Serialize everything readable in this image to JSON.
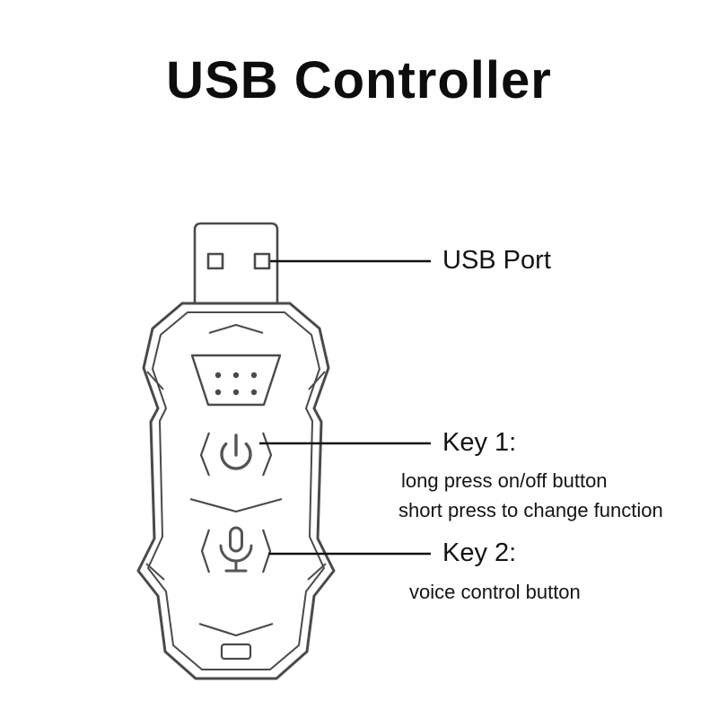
{
  "title": "USB Controller",
  "callouts": {
    "usb_port": {
      "label": "USB Port"
    },
    "key1": {
      "label": "Key 1:",
      "line1": "long press on/off button",
      "line2": "short press to change function"
    },
    "key2": {
      "label": "Key 2:",
      "line1": "voice control button"
    }
  },
  "icons": {
    "usb": "usb-plug-icon",
    "leds": "led-indicators",
    "power": "power-icon",
    "mic": "microphone-icon"
  },
  "colors": {
    "ink": "#141414",
    "outline": "#4a4a4a",
    "icon": "#555555",
    "callout_line": "#111111"
  }
}
